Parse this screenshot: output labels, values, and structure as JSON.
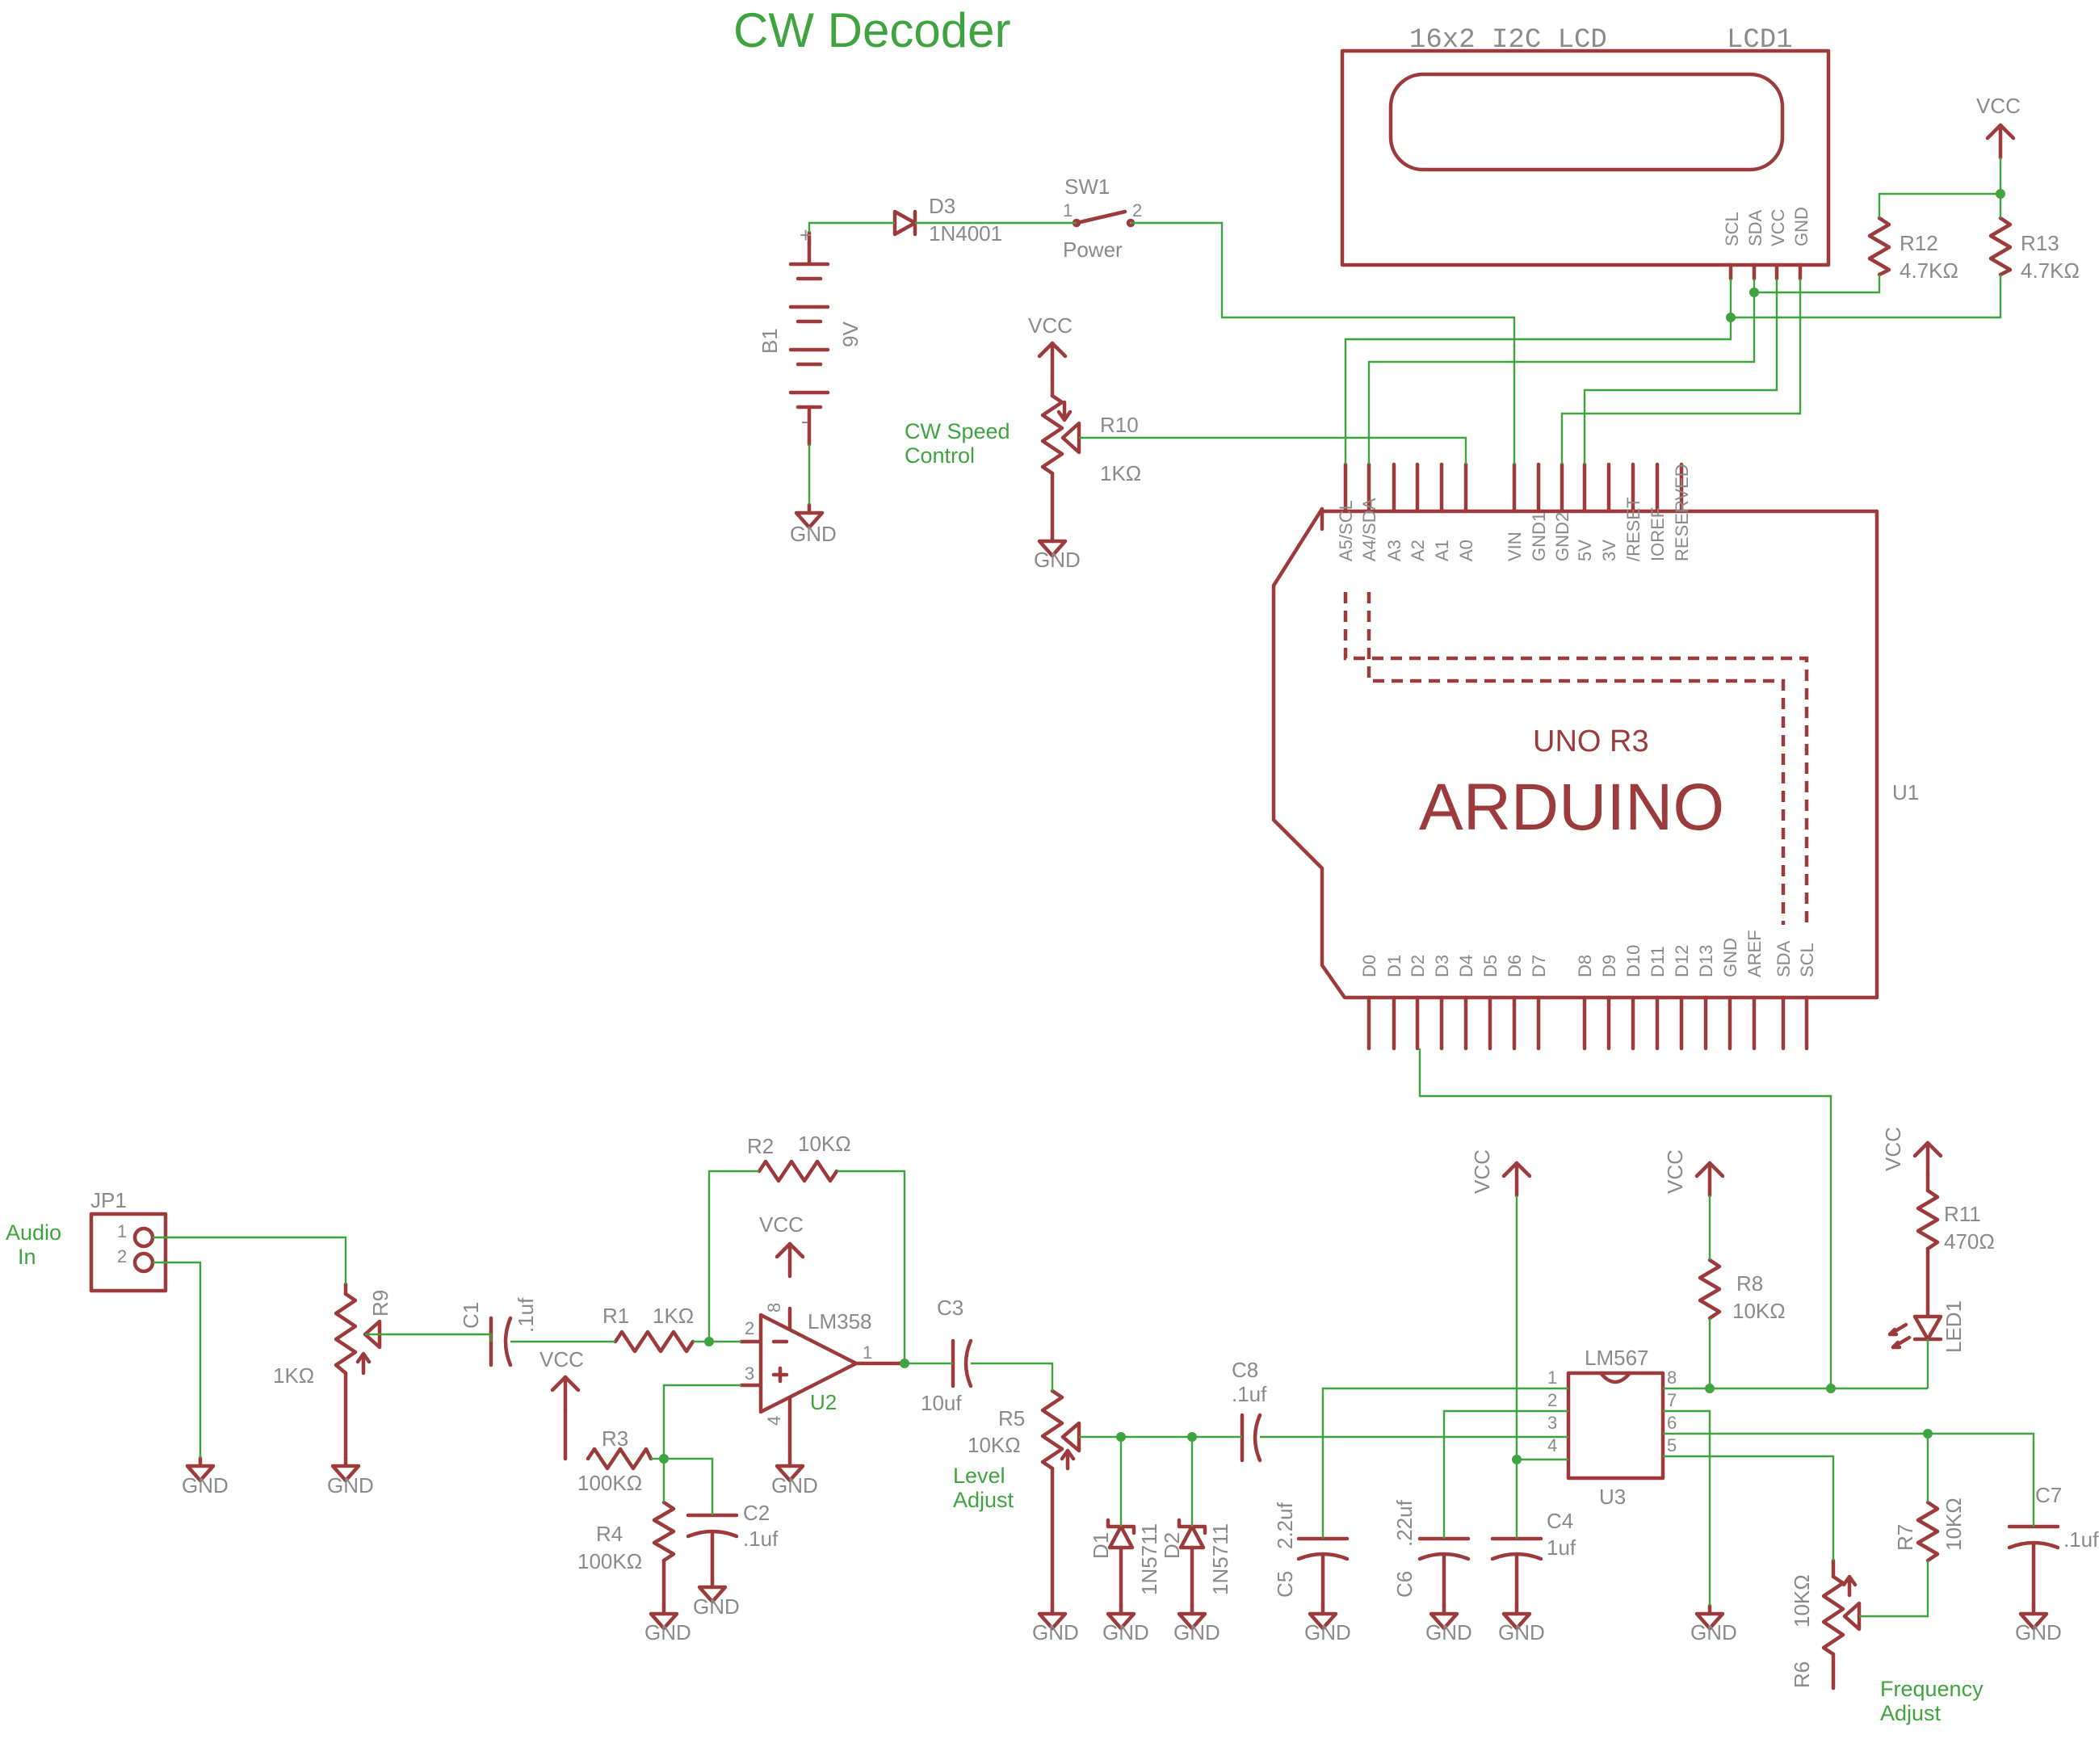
{
  "title": "CW Decoder",
  "lcd": {
    "text": "16x2 I2C LCD",
    "ref": "LCD1",
    "pins": [
      "SCL",
      "SDA",
      "VCC",
      "GND"
    ]
  },
  "arduino": {
    "name": "ARDUINO",
    "model": "UNO R3",
    "ref": "U1",
    "top_pins": [
      "A5/SCL",
      "A4/SDA",
      "A3",
      "A2",
      "A1",
      "A0",
      "VIN",
      "GND1",
      "GND2",
      "5V",
      "3V",
      "/RESET",
      "IOREF",
      "RESERVED"
    ],
    "bottom_pins": [
      "D0",
      "D1",
      "D2",
      "D3",
      "D4",
      "D5",
      "D6",
      "D7",
      "D8",
      "D9",
      "D10",
      "D11",
      "D12",
      "D13",
      "GND",
      "AREF",
      "SDA",
      "SCL"
    ]
  },
  "labels": {
    "vcc": "VCC",
    "gnd": "GND",
    "b1_ref": "B1",
    "b1_value": "9V",
    "plus": "+",
    "minus": "-",
    "d3_ref": "D3",
    "d3_value": "1N4001",
    "sw1_ref": "SW1",
    "sw1_value": "Power",
    "sw1_pin1": "1",
    "sw1_pin2": "2",
    "r10_ref": "R10",
    "r10_value": "1KΩ",
    "r12_ref": "R12",
    "r12_value": "4.7KΩ",
    "r13_ref": "R13",
    "r13_value": "4.7KΩ",
    "jp1_ref": "JP1",
    "jp1_pin1": "1",
    "jp1_pin2": "2",
    "r9_ref": "R9",
    "r9_value": "1KΩ",
    "c1_ref": "C1",
    "c1_value": ".1uf",
    "r1_ref": "R1",
    "r1_value": "1KΩ",
    "r2_ref": "R2",
    "r2_value": "10KΩ",
    "u2_part": "LM358",
    "u2_ref": "U2",
    "u2_pin1": "1",
    "u2_pin2": "2",
    "u2_pin3": "3",
    "u2_pin4": "4",
    "u2_pin8": "8",
    "r3_ref": "R3",
    "r3_value": "100KΩ",
    "r4_ref": "R4",
    "r4_value": "100KΩ",
    "c2_ref": "C2",
    "c2_value": ".1uf",
    "c3_ref": "C3",
    "c3_value": "10uf",
    "r5_ref": "R5",
    "r5_value": "10KΩ",
    "d1_ref": "D1",
    "d1_value": "1N5711",
    "d2_ref": "D2",
    "d2_value": "1N5711",
    "c8_ref": "C8",
    "c8_value": ".1uf",
    "c5_ref": "C5",
    "c5_value": "2.2uf",
    "c6_ref": "C6",
    "c6_value": ".22uf",
    "c4_ref": "C4",
    "c4_value": "1uf",
    "u3_part": "LM567",
    "u3_ref": "U3",
    "u3_pin1": "1",
    "u3_pin2": "2",
    "u3_pin3": "3",
    "u3_pin4": "4",
    "u3_pin5": "5",
    "u3_pin6": "6",
    "u3_pin7": "7",
    "u3_pin8": "8",
    "r8_ref": "R8",
    "r8_value": "10KΩ",
    "r11_ref": "R11",
    "r11_value": "470Ω",
    "led1_ref": "LED1",
    "r7_ref": "R7",
    "r7_value": "10KΩ",
    "r6_ref": "R6",
    "r6_value": "10KΩ",
    "c7_ref": "C7",
    "c7_value": ".1uf"
  },
  "notes": {
    "cw_speed_1": "CW Speed",
    "cw_speed_2": "Control",
    "audio_1": "Audio",
    "audio_2": "In",
    "level_1": "Level",
    "level_2": "Adjust",
    "freq_1": "Frequency",
    "freq_2": "Adjust"
  },
  "colors": {
    "component": "#9b3b3b",
    "wire": "#3fa33f",
    "label": "#8a8a8a",
    "background": "#ffffff"
  }
}
